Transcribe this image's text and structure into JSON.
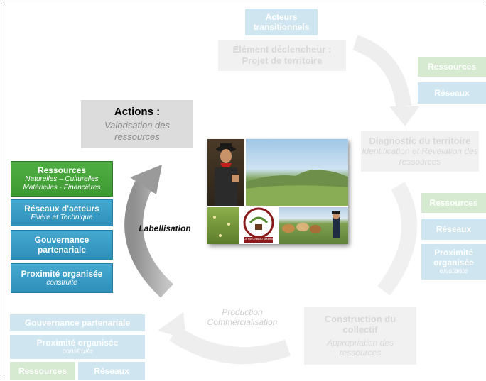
{
  "top_node": {
    "label": "Acteurs transitionnels"
  },
  "trigger": {
    "line1": "Élément déclencheur :",
    "line2": "Projet de territoire"
  },
  "right_top": {
    "ressources": "Ressources",
    "reseaux": "Réseaux"
  },
  "diagnostic": {
    "title": "Diagnostic du territoire",
    "subtitle": "Identification et Révélation des ressources"
  },
  "right_mid": {
    "ressources": "Ressources",
    "reseaux": "Réseaux",
    "proximite": "Proximité organisée",
    "proximite_sub": "existante"
  },
  "construction": {
    "title": "Construction du collectif",
    "subtitle": "Appropriation des ressources"
  },
  "production": {
    "line1": "Production",
    "line2": "Commercialisation"
  },
  "bottom_left": {
    "gouvernance": "Gouvernance partenariale",
    "proximite": "Proximité organisée",
    "proximite_sub": "construite",
    "ressources": "Ressources",
    "reseaux": "Réseaux"
  },
  "actions": {
    "title": "Actions :",
    "subtitle": "Valorisation des ressources"
  },
  "left_stack": {
    "ressources": "Ressources",
    "ressources_sub1": "Naturelles – Culturelles",
    "ressources_sub2": "Matérielles - Financières",
    "reseaux": "Réseaux d'acteurs",
    "reseaux_sub": "Filière et Technique",
    "gouvernance": "Gouvernance partenariale",
    "proximite": "Proximité organisée",
    "proximite_sub": "construite"
  },
  "arrow_label": "Labellisation",
  "logo_text": "Le Fin Gras du Mézenc",
  "colors": {
    "green": "#4fae43",
    "blue": "#2f8fba",
    "faint_blue": "#cfe6f1",
    "faint_green": "#d5ead0",
    "faint_grey": "#f1f1f1",
    "arrow_grey": "#a6a6a6"
  }
}
